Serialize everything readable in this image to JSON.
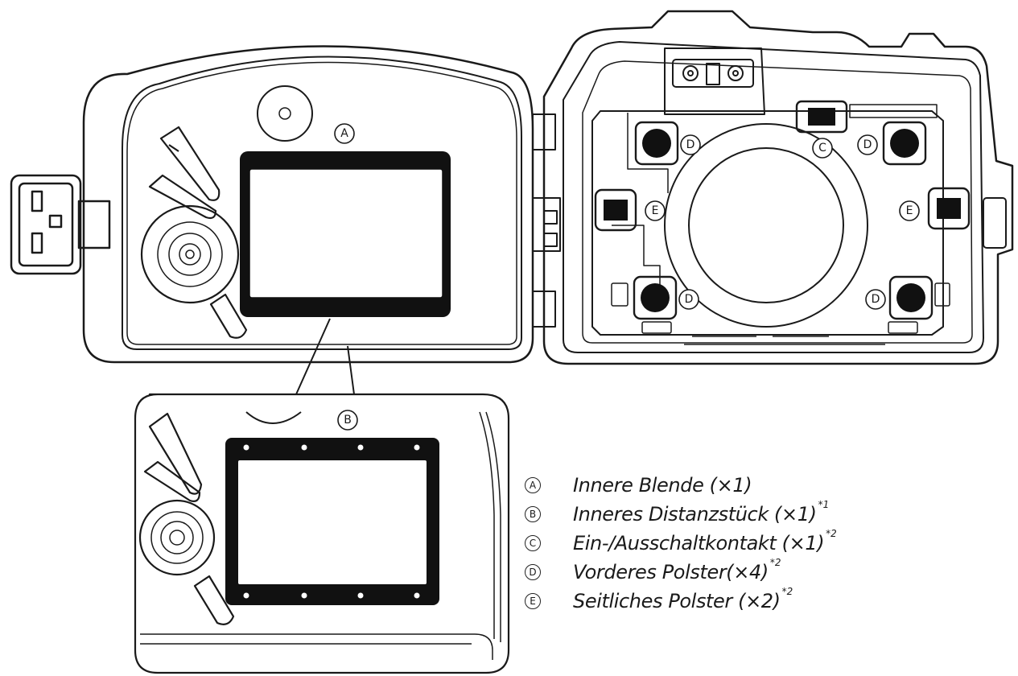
{
  "callouts": {
    "a": "A",
    "b": "B",
    "c": "C",
    "d": "D",
    "e": "E"
  },
  "legend": [
    {
      "letter": "A",
      "text": "Innere Blende (×1)",
      "note": ""
    },
    {
      "letter": "B",
      "text": "Inneres Distanzstück (×1)",
      "note": "*1"
    },
    {
      "letter": "C",
      "text": "Ein-/Ausschaltkontakt (×1)",
      "note": "*2"
    },
    {
      "letter": "D",
      "text": "Vorderes Polster(×4)",
      "note": "*2"
    },
    {
      "letter": "E",
      "text": "Seitliches Polster (×2)",
      "note": "*2"
    }
  ],
  "colors": {
    "line": "#1a1a1a",
    "fill": "#ffffff",
    "panel": "#111111"
  }
}
